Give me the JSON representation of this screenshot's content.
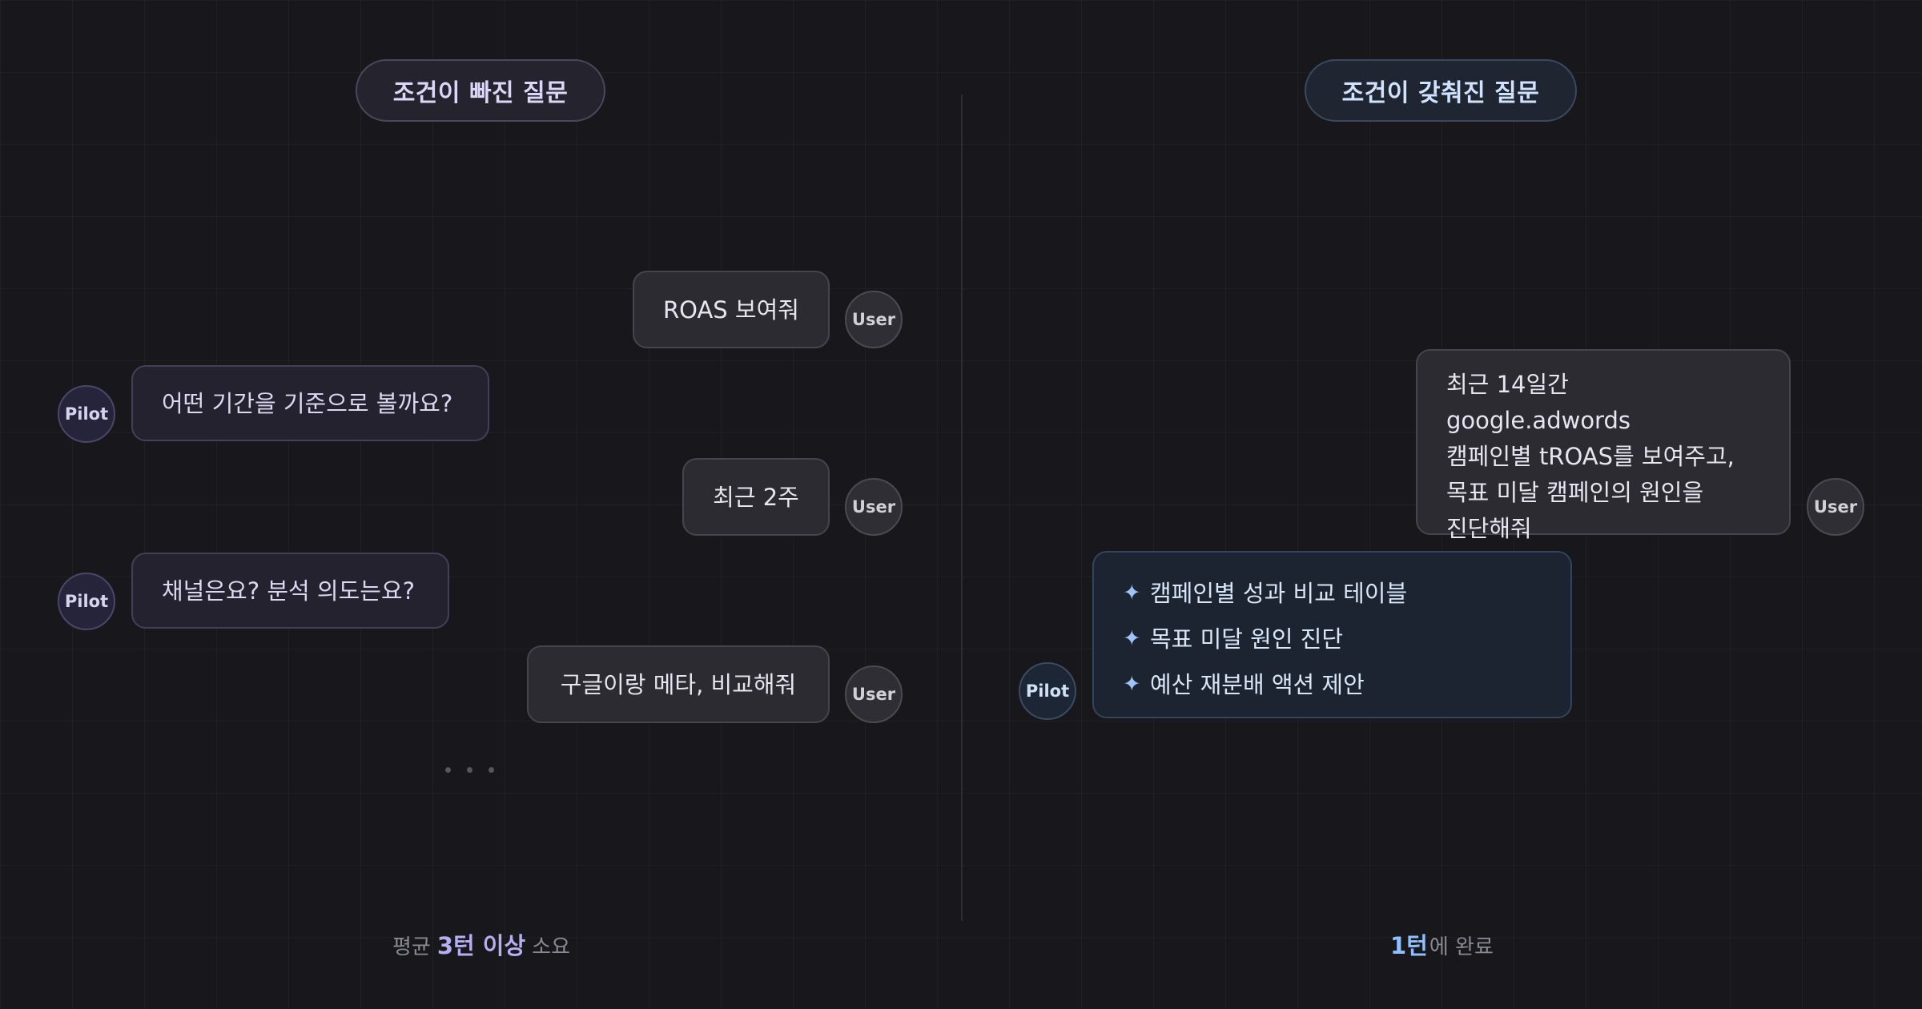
{
  "left": {
    "header": "조건이 빠진 질문",
    "messages": [
      {
        "role": "user",
        "text": "ROAS 보여줘"
      },
      {
        "role": "pilot",
        "text": "어떤 기간을 기준으로 볼까요?"
      },
      {
        "role": "user",
        "text": "최근 2주"
      },
      {
        "role": "pilot",
        "text": "채널은요? 분석 의도는요?"
      },
      {
        "role": "user",
        "text": "구글이랑 메타, 비교해줘"
      }
    ],
    "footer": {
      "prefix": "평균",
      "highlight": "3턴 이상",
      "suffix": "소요"
    }
  },
  "right": {
    "header": "조건이 갖춰진 질문",
    "user_message": {
      "lines": [
        "최근 14일간 google.adwords",
        "캠페인별 tROAS를 보여주고,",
        "목표 미달 캠페인의 원인을",
        "진단해줘"
      ]
    },
    "pilot_items": [
      "캠페인별 성과 비교 테이블",
      "목표 미달 원인 진단",
      "예산 재분배 액션 제안"
    ],
    "footer": {
      "highlight": "1턴",
      "suffix": "에 완료"
    }
  },
  "labels": {
    "user": "User",
    "pilot": "Pilot",
    "star": "✦"
  },
  "colors": {
    "background": "#18181c",
    "left_accent": "#b7aef2",
    "right_accent": "#8ec0ff"
  }
}
